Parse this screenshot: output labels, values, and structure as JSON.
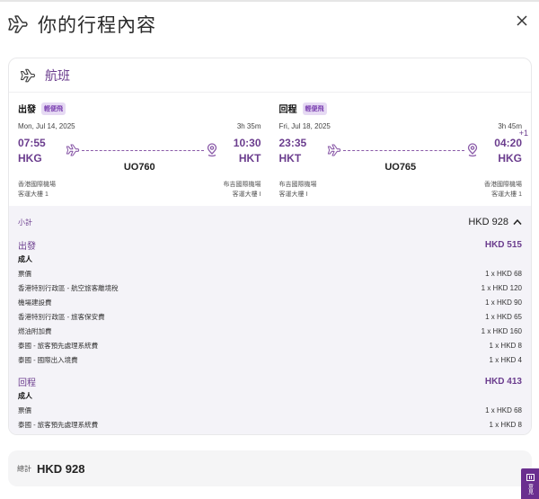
{
  "header": {
    "title": "你的行程內容",
    "icon": "airplane-icon",
    "close_icon": "close-icon"
  },
  "flight_card": {
    "title": "航班",
    "icon": "airplane-icon",
    "legs": [
      {
        "direction": "出發",
        "badge": "輕便飛",
        "date": "Mon, Jul 14, 2025",
        "duration": "3h 35m",
        "dep_time": "07:55",
        "dep_code": "HKG",
        "arr_time": "10:30",
        "arr_code": "HKT",
        "day_offset": "",
        "flight_no": "UO760",
        "dep_airport": "香港國際機場",
        "dep_terminal": "客運大樓 1",
        "arr_airport": "布吉國際機場",
        "arr_terminal": "客運大樓 I"
      },
      {
        "direction": "回程",
        "badge": "輕便飛",
        "date": "Fri, Jul 18, 2025",
        "duration": "3h 45m",
        "dep_time": "23:35",
        "dep_code": "HKT",
        "arr_time": "04:20",
        "arr_code": "HKG",
        "day_offset": "+1",
        "flight_no": "UO765",
        "dep_airport": "布吉國際機場",
        "dep_terminal": "客運大樓 I",
        "arr_airport": "香港國際機場",
        "arr_terminal": "客運大樓 1"
      }
    ]
  },
  "pricing": {
    "subtotal_label": "小計",
    "subtotal_value": "HKD 928",
    "sections": [
      {
        "label": "出發",
        "total": "HKD 515",
        "passenger": "成人",
        "fees": [
          {
            "name": "票價",
            "amount": "1 x HKD 68"
          },
          {
            "name": "香港特別行政區 - 航空旅客離境稅",
            "amount": "1 x HKD 120"
          },
          {
            "name": "機場建設費",
            "amount": "1 x HKD 90"
          },
          {
            "name": "香港特別行政區 - 旅客保安費",
            "amount": "1 x HKD 65"
          },
          {
            "name": "燃油附加費",
            "amount": "1 x HKD 160"
          },
          {
            "name": "泰國 - 旅客預先處理系統費",
            "amount": "1 x HKD 8"
          },
          {
            "name": "泰國 - 國際出入境費",
            "amount": "1 x HKD 4"
          }
        ]
      },
      {
        "label": "回程",
        "total": "HKD 413",
        "passenger": "成人",
        "fees": [
          {
            "name": "票價",
            "amount": "1 x HKD 68"
          },
          {
            "name": "泰國 - 旅客預先處理系統費",
            "amount": "1 x HKD 8"
          }
        ]
      }
    ]
  },
  "total": {
    "label": "總計",
    "value": "HKD 928"
  },
  "side_tab": {
    "label": "意見",
    "icon": "feedback-icon"
  },
  "colors": {
    "accent": "#6b3d8e",
    "badge_bg": "#e6daf3",
    "pricing_bg": "#f4f3f8",
    "side_tab": "#6a2f8f"
  }
}
